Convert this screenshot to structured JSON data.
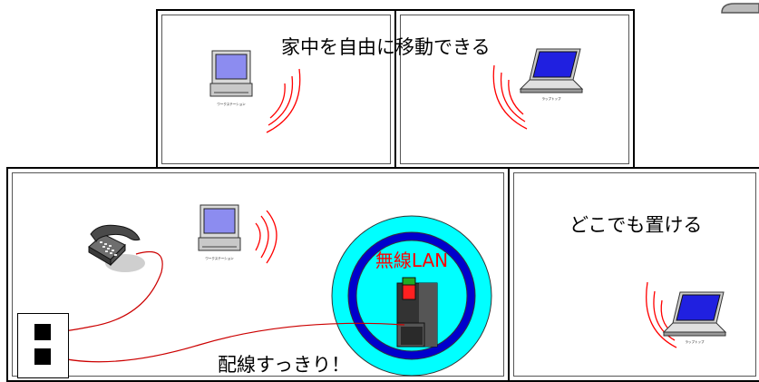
{
  "captions": {
    "move_anywhere": "家中を自由に移動できる",
    "place_anywhere": "どこでも置ける",
    "tidy_wiring": "配線すっきり！",
    "wireless_lan": "無線LAN"
  },
  "device_labels": {
    "workstation": "ワークステーション",
    "laptop": "ラップトップ"
  },
  "colors": {
    "wave": "#ff0000",
    "lan_outer": "#00ffff",
    "lan_ring": "#0000cc",
    "lan_text": "#ff0000",
    "cable": "#cc0000"
  }
}
